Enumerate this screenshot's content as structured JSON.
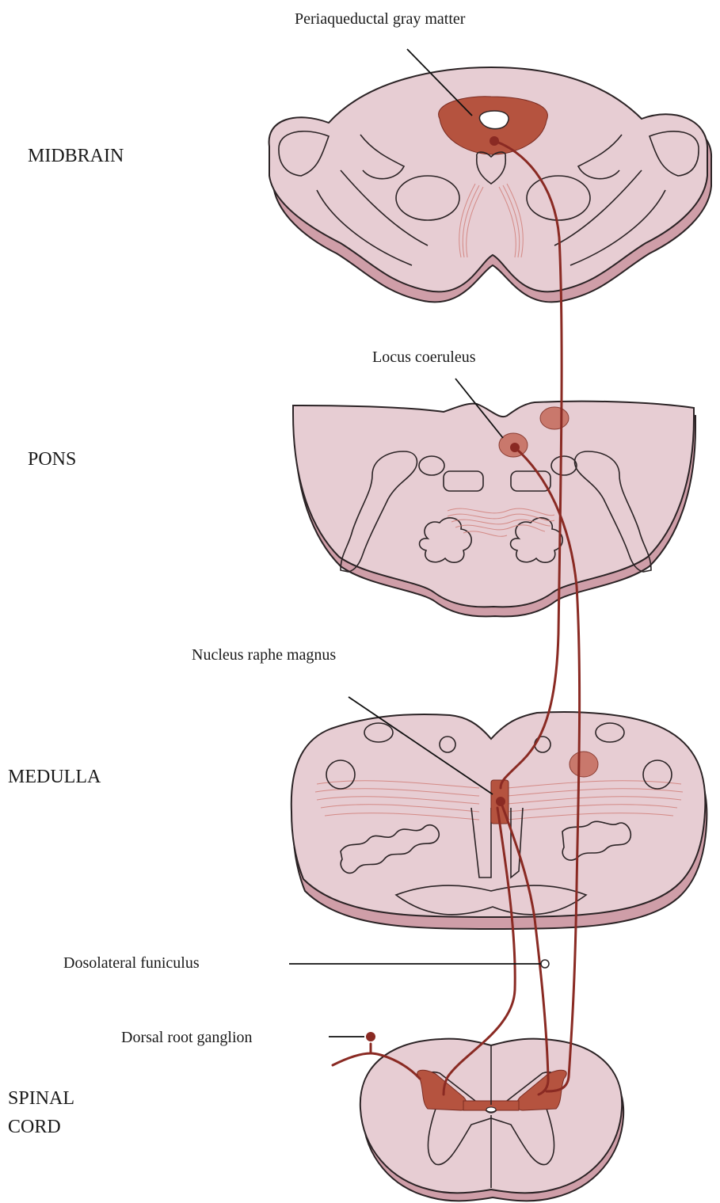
{
  "regions": {
    "midbrain": "MIDBRAIN",
    "pons": "PONS",
    "medulla": "MEDULLA",
    "spinal_cord_line1": "SPINAL",
    "spinal_cord_line2": "CORD"
  },
  "structures": {
    "periaqueductal_gray": "Periaqueductal gray matter",
    "locus_coeruleus": "Locus coeruleus",
    "nucleus_raphe_magnus": "Nucleus raphe magnus",
    "dorsolateral_funiculus": "Dosolateral funiculus",
    "dorsal_root_ganglion": "Dorsal root ganglion"
  },
  "colors": {
    "tissue": "#e7cdd3",
    "nucleus": "#b5533f",
    "fiber": "#8a2a23"
  }
}
